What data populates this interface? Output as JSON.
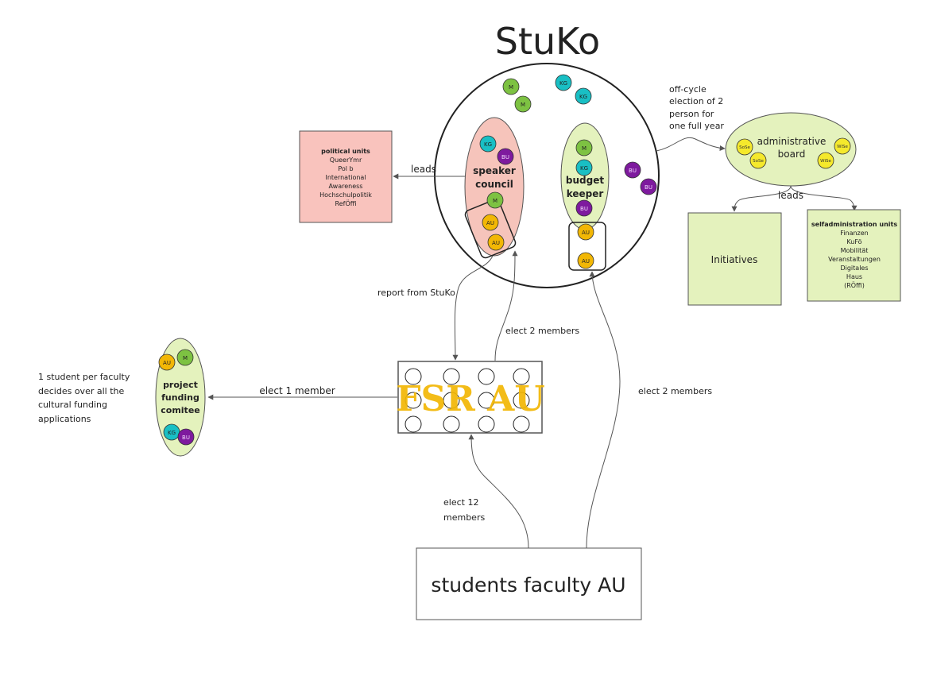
{
  "title": "StuKo",
  "colors": {
    "M": "#7dc242",
    "KG": "#19bfc4",
    "BU": "#7e1a9e",
    "AU": "#f2b705",
    "semester": "#f5e92c",
    "speaker_fill": "#f6c4bb",
    "political_fill": "#f9c3bd",
    "green_fill": "#e4f2bd",
    "fsr_text": "#f2b705"
  },
  "member_labels": {
    "M": "M",
    "KG": "KG",
    "BU": "BU",
    "AU": "AU"
  },
  "speaker_council": {
    "label_line1": "speaker",
    "label_line2": "council"
  },
  "budget_keeper": {
    "label_line1": "budget",
    "label_line2": "keeper"
  },
  "political_units": {
    "title": "political units",
    "items": [
      "QueerYmr",
      "Pol b",
      "International",
      "Awareness",
      "Hochschulpolitik",
      "RefÖffi"
    ]
  },
  "administrative_board": {
    "label_line1": "administrative",
    "label_line2": "board",
    "semester_badges": [
      "SoSe",
      "SoSe",
      "WiSe",
      "WiSe"
    ]
  },
  "initiatives": {
    "label": "Initiatives"
  },
  "selfadministration_units": {
    "title": "selfadministration units",
    "items": [
      "Finanzen",
      "KuFö",
      "Mobilität",
      "Veranstaltungen",
      "Digitales",
      "Haus",
      "(RÖffi)"
    ]
  },
  "fsr": {
    "label": "FSR AU"
  },
  "students": {
    "label": "students faculty AU"
  },
  "project_funding": {
    "label_line1": "project",
    "label_line2": "funding",
    "label_line3": "comitee"
  },
  "note": {
    "lines": [
      "1 student per faculty",
      "decides over all the",
      "cultural funding",
      "applications"
    ]
  },
  "edges": {
    "leads_political": "leads",
    "off_cycle": [
      "off-cycle",
      "election of 2",
      "person for",
      "one full year"
    ],
    "leads_admin": "leads",
    "report": "report from StuKo",
    "elect_2_speaker": "elect 2 members",
    "elect_2_budget": "elect 2 members",
    "elect_1": "elect 1 member",
    "elect_12": [
      "elect 12",
      "members"
    ]
  }
}
